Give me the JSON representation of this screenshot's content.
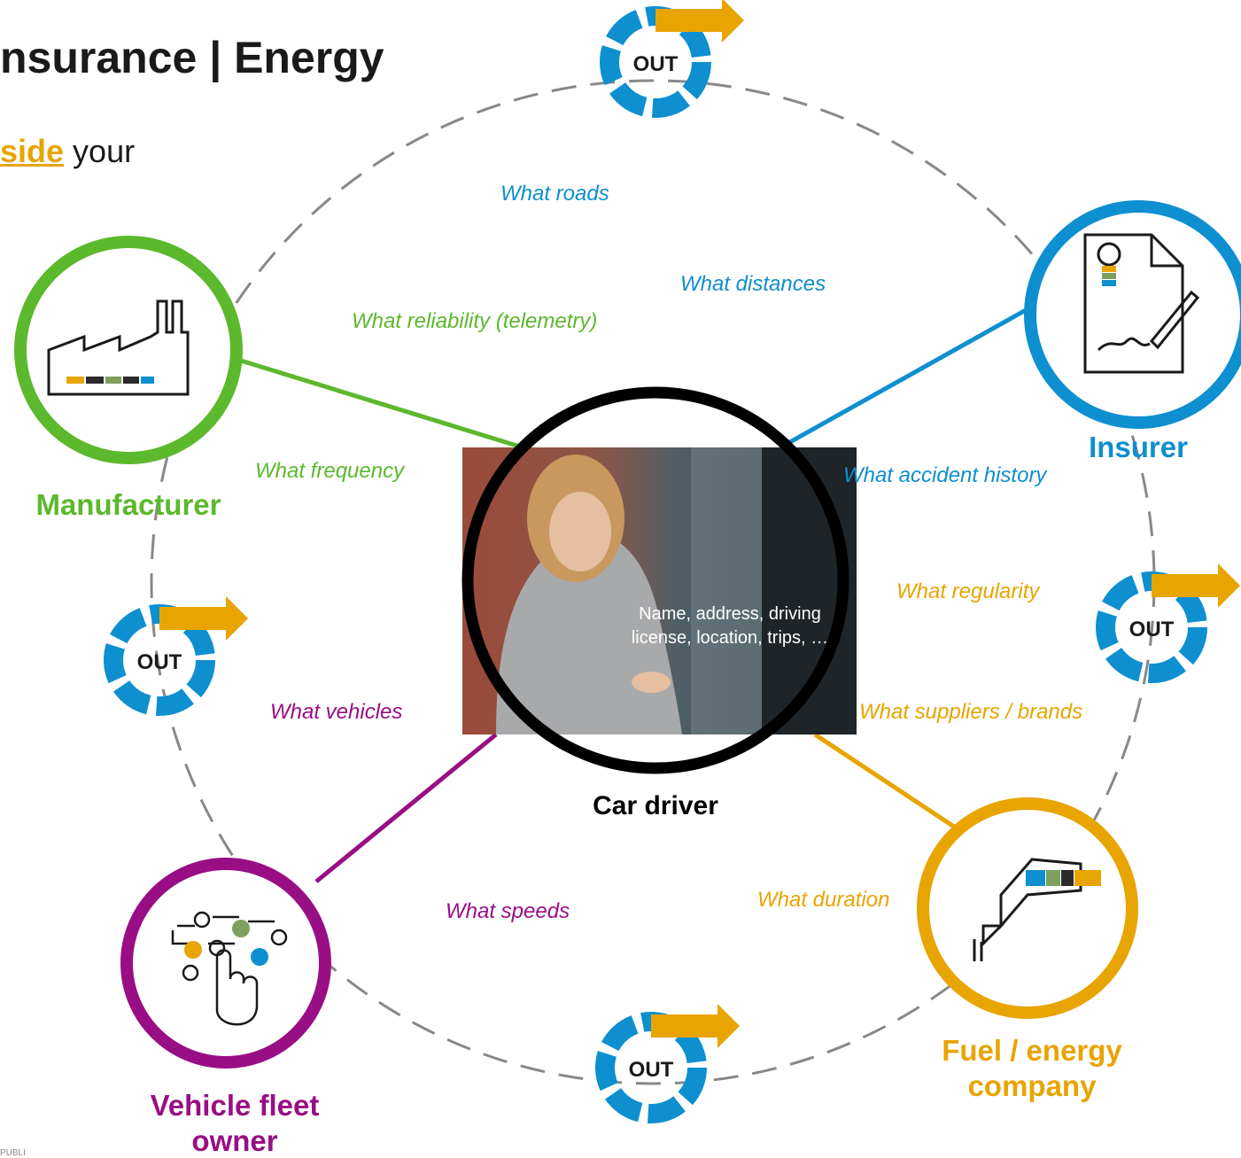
{
  "title": "nsurance | Energy",
  "subtitle": {
    "highlight": "side",
    "rest": " your"
  },
  "colors": {
    "green": "#5cb82d",
    "blue": "#0d8fd0",
    "orange": "#e8a400",
    "purple": "#990e84",
    "gray": "#888888",
    "black": "#000000"
  },
  "center": {
    "label": "Car driver",
    "info": "Name, address, driving license, location, trips, …"
  },
  "roles": {
    "manufacturer": "Manufacturer",
    "insurer": "Insurer",
    "fleet": "Vehicle fleet owner",
    "fuel": "Fuel / energy company"
  },
  "out_label": "OUT",
  "questions": {
    "roads": "What roads",
    "distances": "What distances",
    "reliability": "What reliability (telemetry)",
    "frequency": "What frequency",
    "accident": "What accident history",
    "regularity": "What regularity",
    "vehicles": "What vehicles",
    "suppliers": "What suppliers / brands",
    "speeds": "What speeds",
    "duration": "What duration"
  },
  "footnote": "PUBLI"
}
